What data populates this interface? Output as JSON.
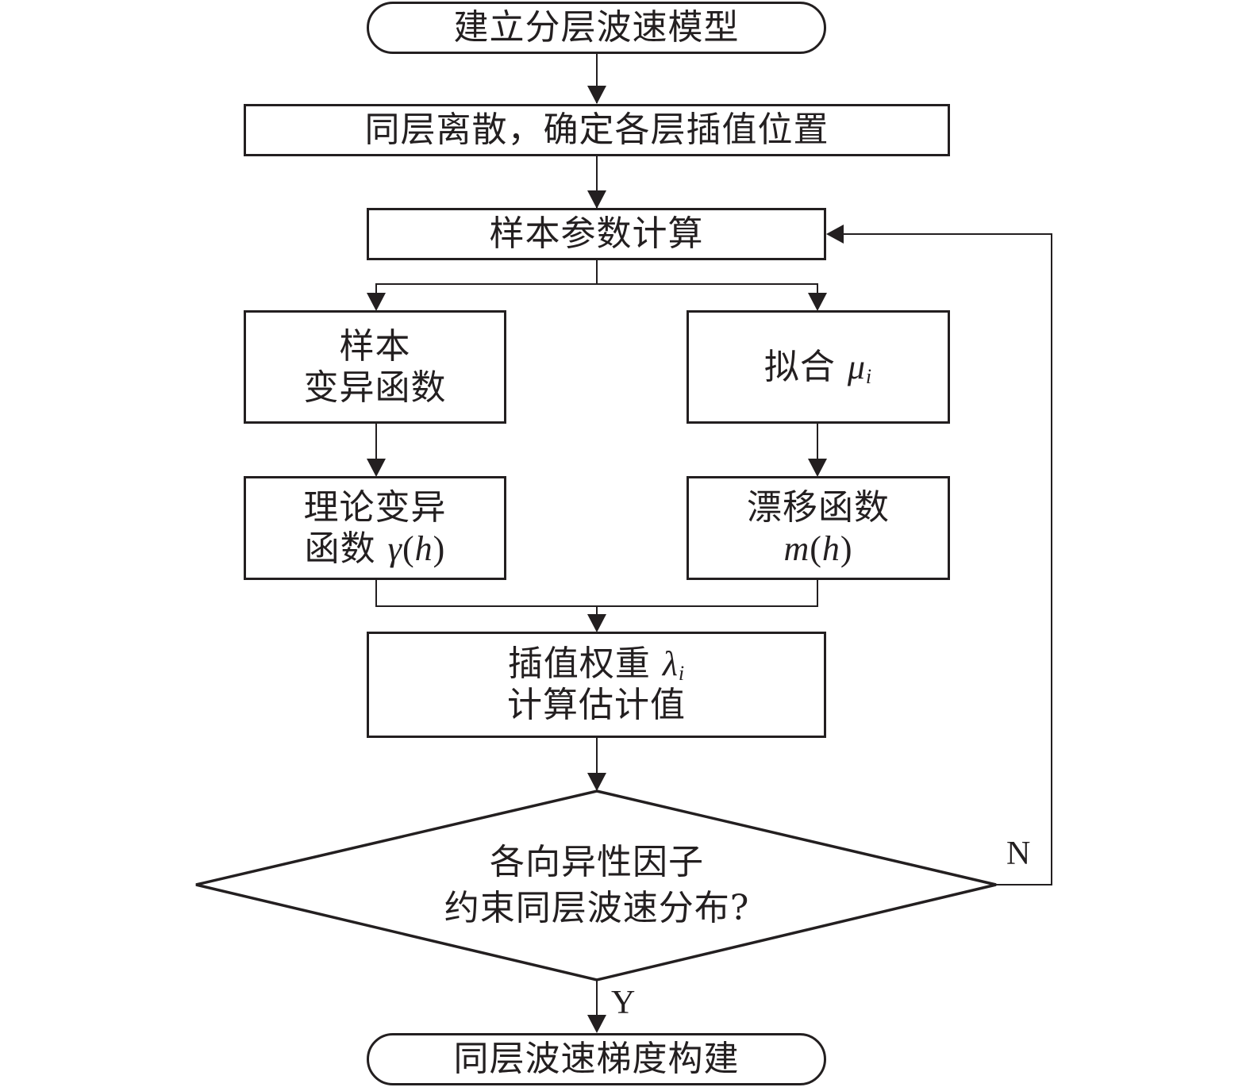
{
  "flowchart": {
    "start": {
      "label": "建立分层波速模型"
    },
    "discretize": {
      "label": "同层离散，确定各层插值位置"
    },
    "sample_params": {
      "label": "样本参数计算"
    },
    "sample_variogram": {
      "line1": "样本",
      "line2": "变异函数"
    },
    "fit_mu": {
      "text": "拟合 ",
      "symbol": "μ",
      "subscript": "i"
    },
    "theory_variogram": {
      "line1": "理论变异",
      "line2_text": "函数 ",
      "func": "γ",
      "open": "(",
      "arg": "h",
      "close": ")"
    },
    "drift": {
      "line1": "漂移函数",
      "func": "m",
      "open": "(",
      "arg": "h",
      "close": ")"
    },
    "weights": {
      "line1_text": "插值权重 ",
      "symbol": "λ",
      "subscript": "i",
      "line2": "计算估计值"
    },
    "decision": {
      "line1": "各向异性因子",
      "line2": "约束同层波速分布?"
    },
    "decision_no_label": "N",
    "decision_yes_label": "Y",
    "end": {
      "label": "同层波速梯度构建"
    }
  }
}
